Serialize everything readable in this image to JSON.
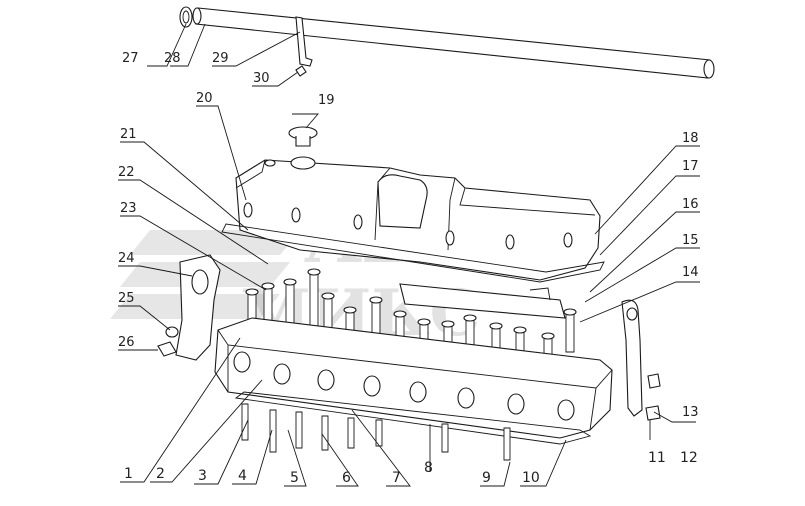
{
  "diagram": {
    "watermark_top": "ABTO",
    "watermark_bottom": "МИКС",
    "callouts": [
      "1",
      "2",
      "3",
      "4",
      "5",
      "6",
      "7",
      "8",
      "9",
      "10",
      "11",
      "12",
      "13",
      "14",
      "15",
      "16",
      "17",
      "18",
      "19",
      "20",
      "21",
      "22",
      "23",
      "24",
      "25",
      "26",
      "27",
      "28",
      "29",
      "30"
    ]
  },
  "colors": {
    "line": "#1a1a1a",
    "background": "#ffffff",
    "watermark": "#9a9a9a"
  }
}
